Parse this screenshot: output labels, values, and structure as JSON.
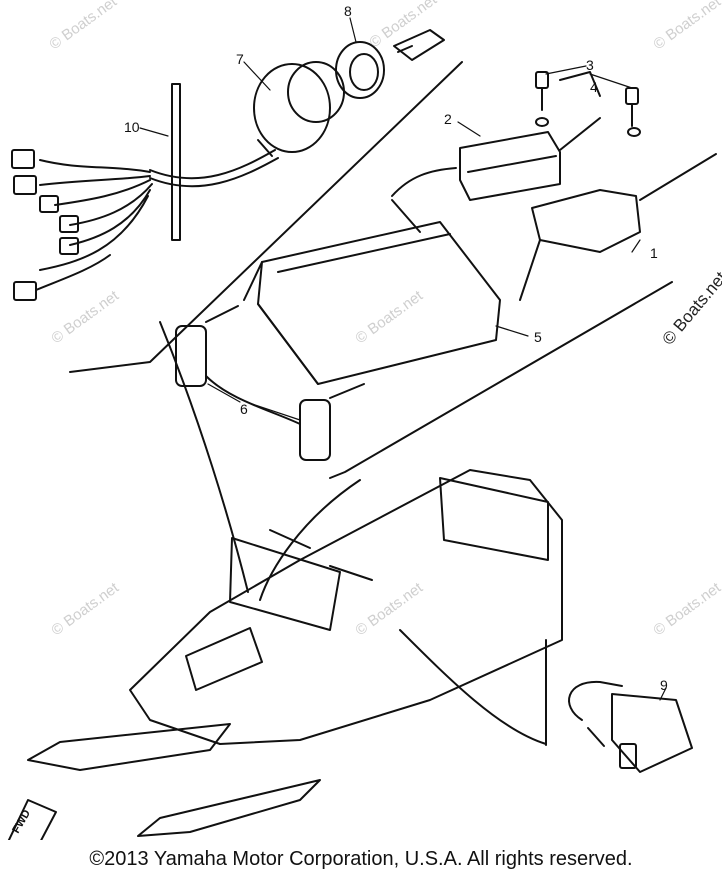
{
  "watermarks": {
    "text": "© Boats.net",
    "edge_text": "© Boats.net"
  },
  "parts": [
    {
      "id": "label-1",
      "text": "1"
    },
    {
      "id": "label-2",
      "text": "2"
    },
    {
      "id": "label-3",
      "text": "3"
    },
    {
      "id": "label-4",
      "text": "4"
    },
    {
      "id": "label-5",
      "text": "5"
    },
    {
      "id": "label-6",
      "text": "6"
    },
    {
      "id": "label-7",
      "text": "7"
    },
    {
      "id": "label-8",
      "text": "8"
    },
    {
      "id": "label-9",
      "text": "9"
    },
    {
      "id": "label-10",
      "text": "10"
    }
  ],
  "fwd_label": "FWD",
  "copyright": "©2013 Yamaha Motor Corporation, U.S.A. All rights reserved."
}
